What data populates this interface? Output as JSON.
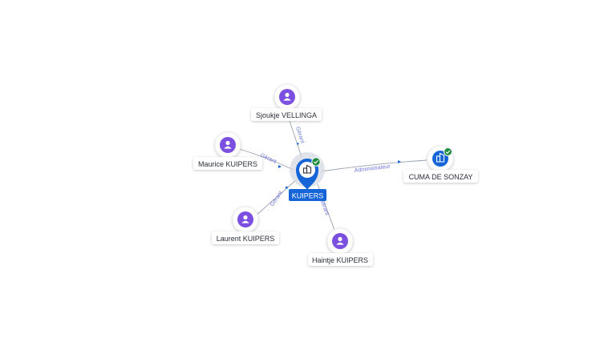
{
  "colors": {
    "person": "#7b4fe0",
    "company": "#1565d8",
    "check": "#1e8e3e",
    "edge": "#9aa1ad",
    "edge_label": "#6f77d9"
  },
  "center": {
    "label": "KUIPERS",
    "icon": "building-icon",
    "verified": true
  },
  "company": {
    "label": "CUMA DE SONZAY",
    "icon": "building-icon",
    "verified": true
  },
  "persons": [
    {
      "label": "Sjoukje VELLINGA",
      "icon": "person-icon",
      "relation": "Gérant"
    },
    {
      "label": "Maurice KUIPERS",
      "icon": "person-icon",
      "relation": "Gérant"
    },
    {
      "label": "Laurent KUIPERS",
      "icon": "person-icon",
      "relation": "Gérant"
    },
    {
      "label": "Haintje KUIPERS",
      "icon": "person-icon",
      "relation": "Gérant"
    }
  ],
  "company_relation": "Administrateur"
}
